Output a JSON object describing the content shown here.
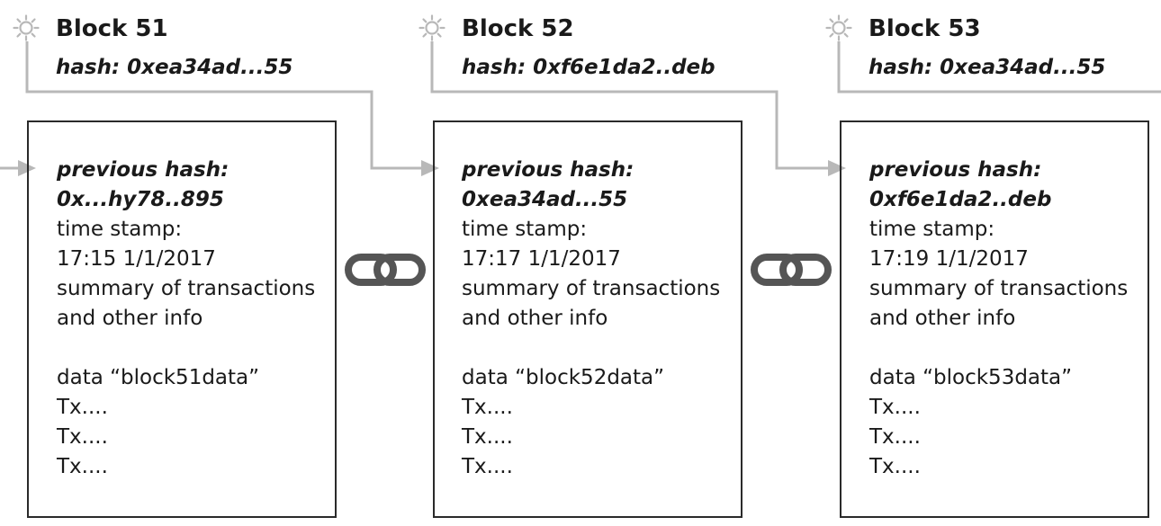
{
  "blocks": [
    {
      "title": "Block 51",
      "hash": "hash: 0xea34ad...55",
      "previous_hash_label": "previous hash:",
      "previous_hash": "0x...hy78..895",
      "time_stamp_label": "time stamp:",
      "time_stamp": "17:15 1/1/2017",
      "summary_line1": "summary of transactions",
      "summary_line2": "and other info",
      "data": "data “block51data”",
      "tx": [
        "Tx....",
        "Tx....",
        "Tx...."
      ]
    },
    {
      "title": "Block 52",
      "hash": "hash: 0xf6e1da2..deb",
      "previous_hash_label": "previous hash:",
      "previous_hash": "0xea34ad...55",
      "time_stamp_label": "time stamp:",
      "time_stamp": "17:17 1/1/2017",
      "summary_line1": "summary of transactions",
      "summary_line2": "and other info",
      "data": "data “block52data”",
      "tx": [
        "Tx....",
        "Tx....",
        "Tx...."
      ]
    },
    {
      "title": "Block 53",
      "hash": "hash: 0xea34ad...55",
      "previous_hash_label": "previous hash:",
      "previous_hash": "0xf6e1da2..deb",
      "time_stamp_label": "time stamp:",
      "time_stamp": "17:19 1/1/2017",
      "summary_line1": "summary of transactions",
      "summary_line2": "and other info",
      "data": "data “block53data”",
      "tx": [
        "Tx....",
        "Tx....",
        "Tx...."
      ]
    }
  ],
  "colors": {
    "connector": "#b8b8b8",
    "box_border": "#2a2a2a",
    "chain_icon": "#555555",
    "text": "#1a1a1a"
  },
  "icons": {
    "block_marker": "sun-icon",
    "link": "chain-link-icon"
  }
}
